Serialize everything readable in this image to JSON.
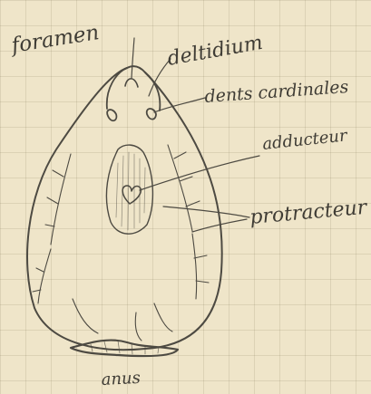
{
  "labels": {
    "foramen": "foramen",
    "deltidium": "deltidium",
    "dents_cardinales": "dents cardinales",
    "adducteur": "adducteur",
    "protracteur": "protracteur",
    "anus": "anus"
  },
  "colors": {
    "paper": "#efe5c9",
    "grid": "#c9bfa3",
    "ink": "#4d4a42"
  }
}
